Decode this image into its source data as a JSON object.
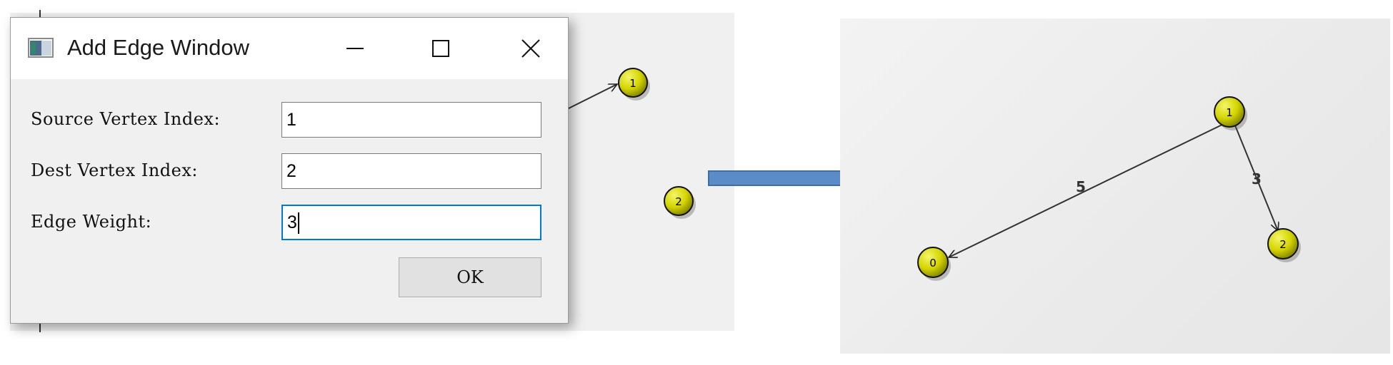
{
  "dialog": {
    "title": "Add Edge Window",
    "source_label": "Source Vertex Index:",
    "source_value": "1",
    "dest_label": "Dest Vertex Index:",
    "dest_value": "2",
    "weight_label": "Edge Weight:",
    "weight_value": "3",
    "ok_label": "OK"
  },
  "icons": {
    "app": "window-app-icon",
    "minimize": "minimize-icon",
    "maximize": "maximize-icon",
    "close": "close-icon",
    "transition": "arrow-right-icon"
  },
  "graph_before": {
    "vertices": [
      {
        "label": "1"
      },
      {
        "label": "2"
      }
    ]
  },
  "graph_after": {
    "vertices": [
      {
        "label": "0"
      },
      {
        "label": "1"
      },
      {
        "label": "2"
      }
    ],
    "edges": [
      {
        "from": "1",
        "to": "0",
        "weight": "5"
      },
      {
        "from": "1",
        "to": "2",
        "weight": "3"
      }
    ]
  },
  "colors": {
    "node_fill": "#d4d400",
    "node_stroke": "#000000",
    "accent": "#0078d7",
    "arrow_fill": "#5b8cc8"
  }
}
